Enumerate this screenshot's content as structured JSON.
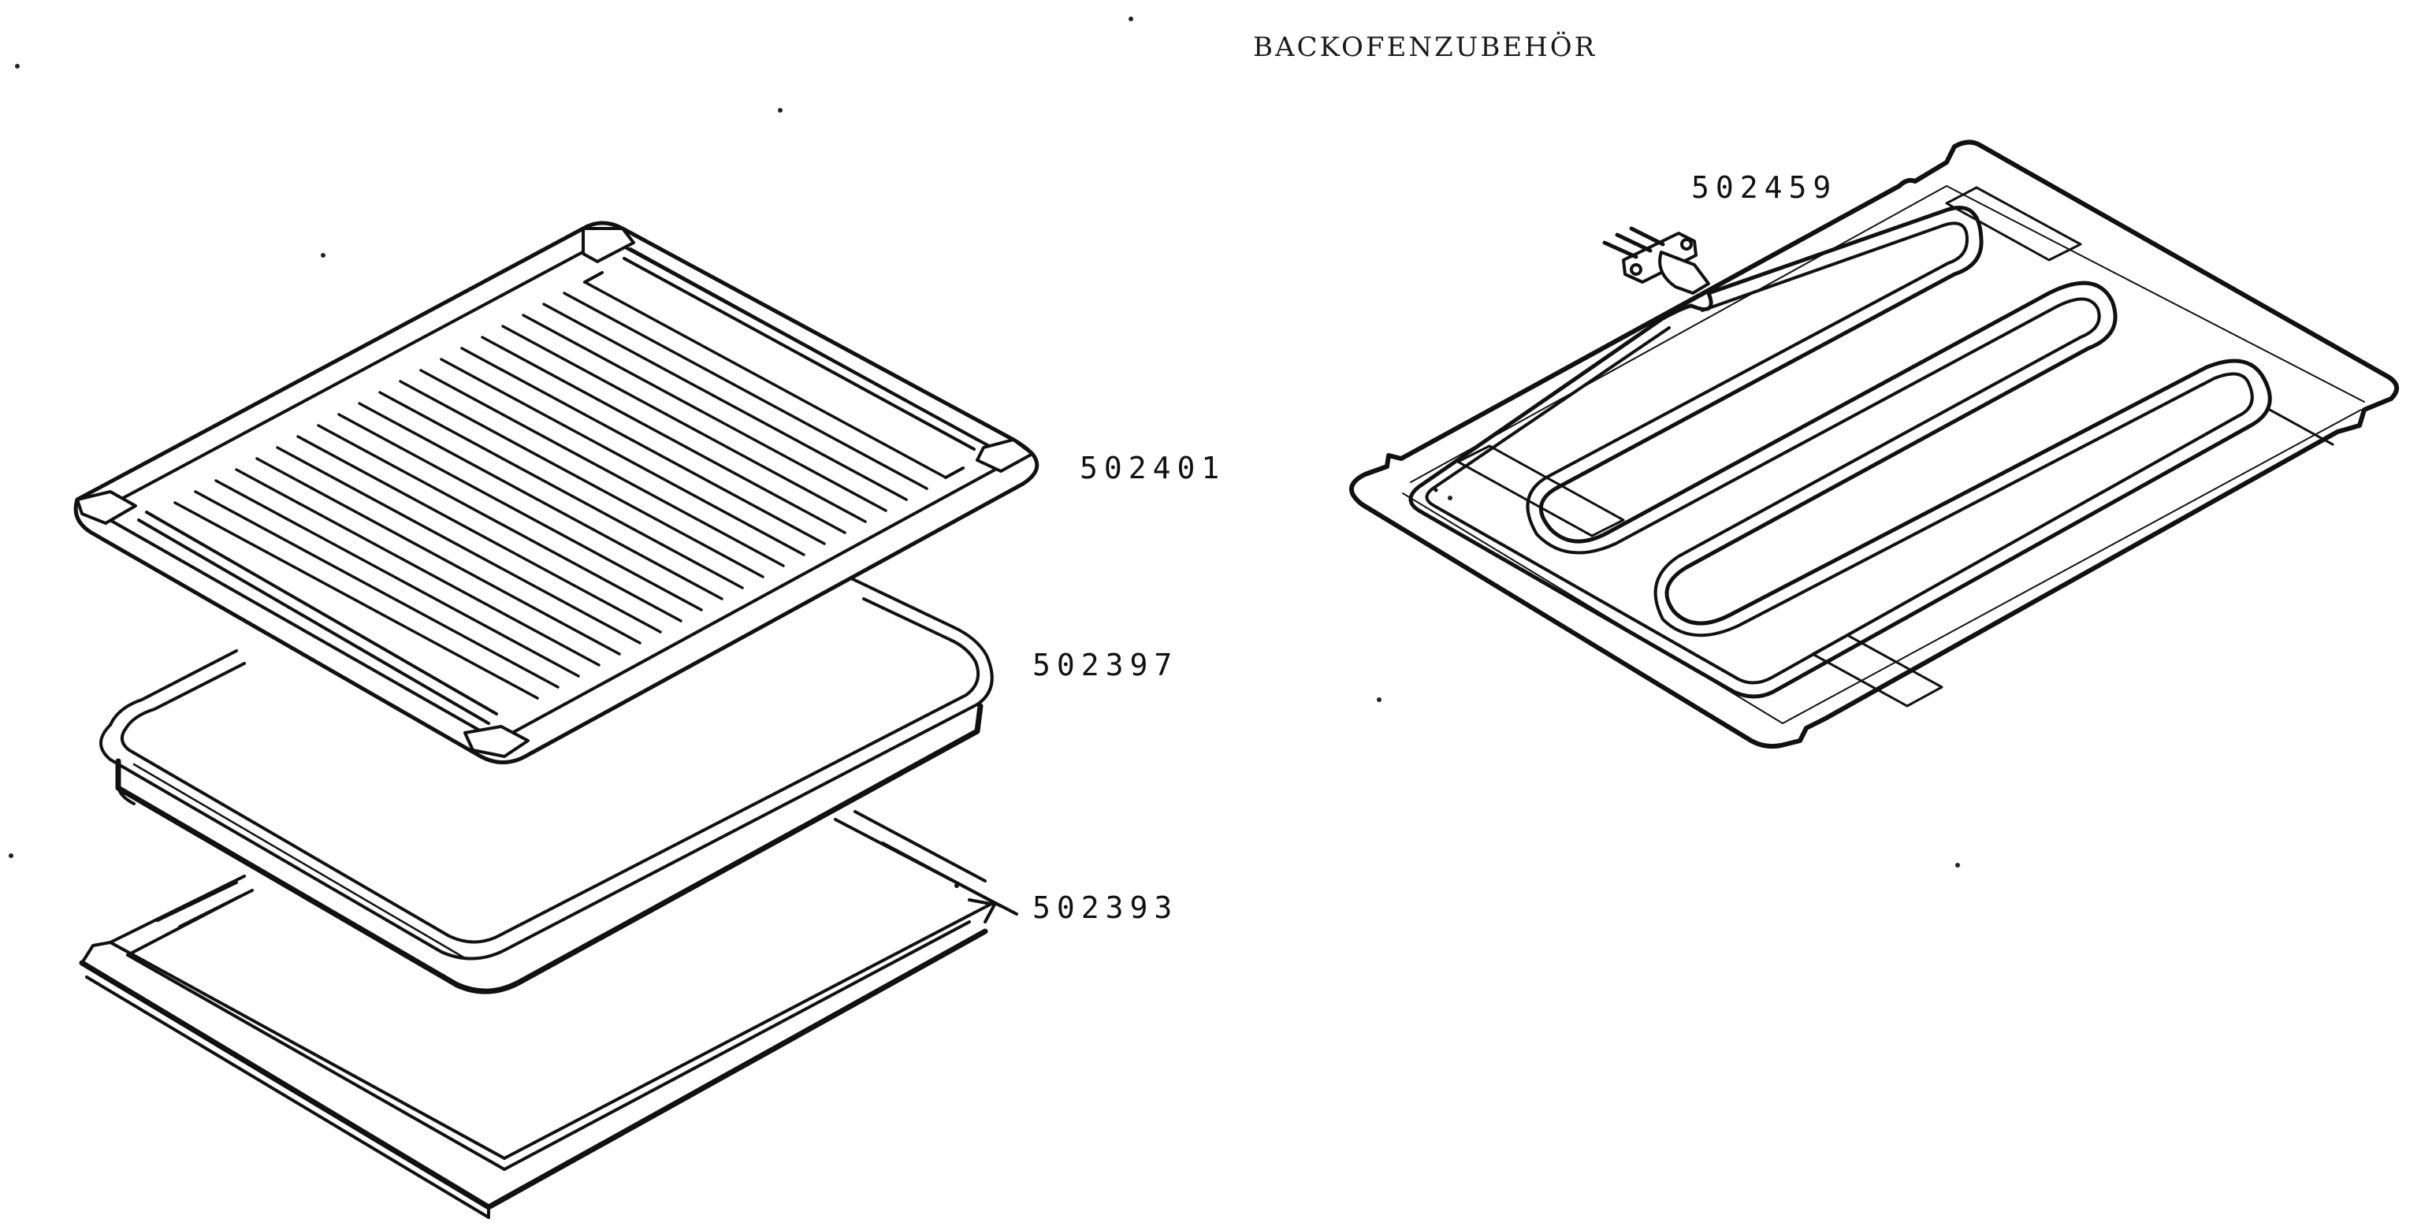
{
  "header": {
    "title": "BACKOFENZUBEHÖR"
  },
  "parts": {
    "rack": {
      "number": "502401",
      "icon": "oven-rack-icon"
    },
    "deep_tray": {
      "number": "502397",
      "icon": "deep-baking-tray-icon"
    },
    "flat_tray": {
      "number": "502393",
      "icon": "flat-baking-sheet-icon"
    },
    "heater": {
      "number": "502459",
      "icon": "heating-element-icon"
    }
  },
  "colors": {
    "line": "#111111",
    "background": "#ffffff"
  }
}
